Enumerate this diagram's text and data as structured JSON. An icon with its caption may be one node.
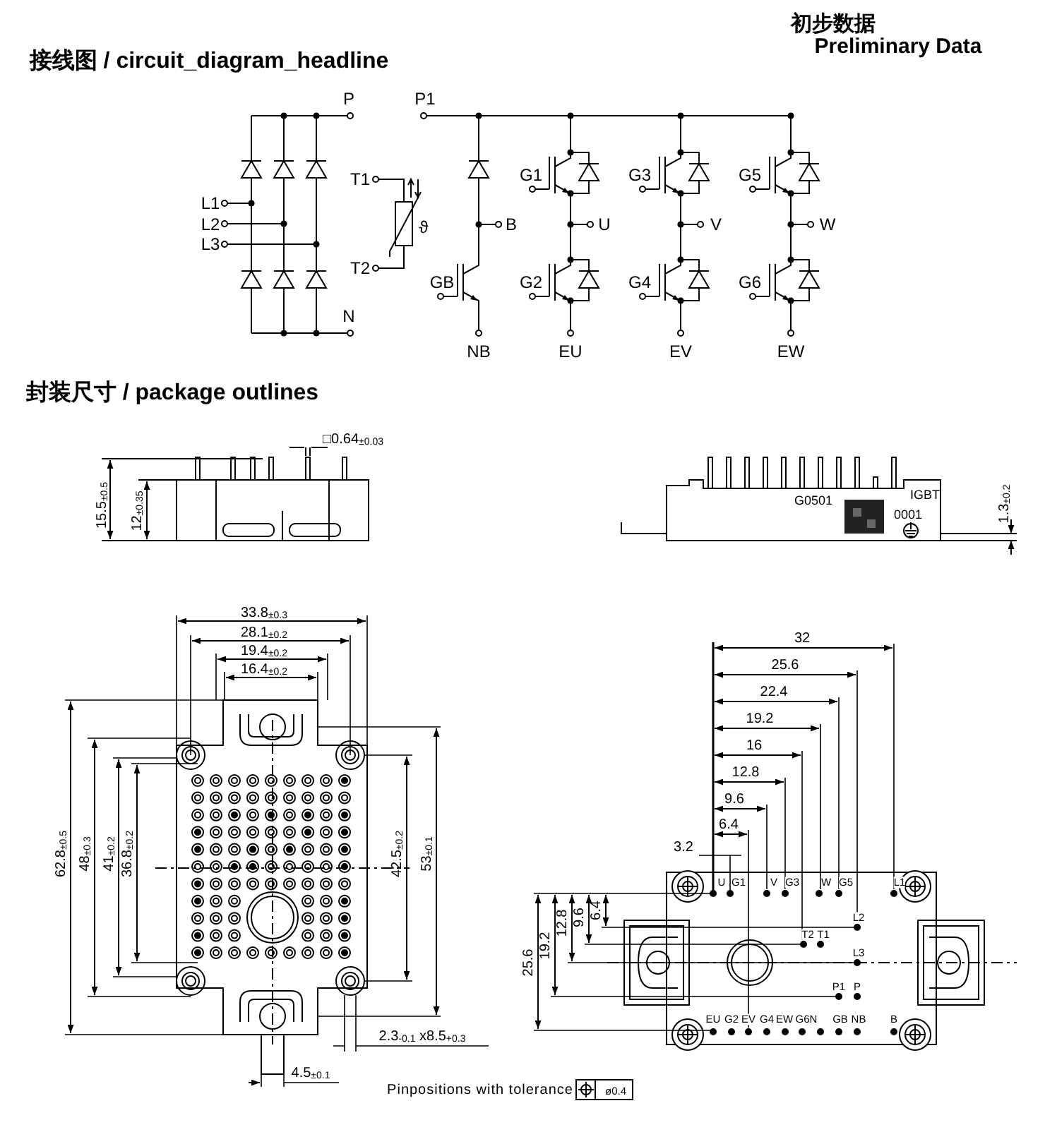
{
  "diagram": {
    "labels": [
      "初步数据",
      "Preliminary Data",
      "接线图 / circuit_diagram_headline",
      "P",
      "P1",
      "L1",
      "L2",
      "L3",
      "T1",
      "T2",
      "ϑ",
      "G1",
      "G3",
      "G5",
      "B",
      "U",
      "V",
      "W",
      "GB",
      "G2",
      "G4",
      "G6",
      "N",
      "NB",
      "EU",
      "EV",
      "EW",
      "封装尺寸 / package outlines",
      "□0.64$_{±0.03}$",
      "15.5$_{±0.5}$",
      "12$_{±0.35}$",
      "G0501",
      "IGBT",
      "0001",
      "1.3$_{±0.2}$",
      "33.8$_{±0.3}$",
      "28.1$_{±0.2}$",
      "19.4$_{±0.2}$",
      "16.4$_{±0.2}$",
      "62.8$_{±0.5}$",
      "48$_{±0.3}$",
      "41$_{±0.2}$",
      "36.8$_{±0.2}$",
      "42.5$_{±0.2}$",
      "53$_{±0.1}$",
      "2.3$_{-0.1}$ x8.5$_{+0.3}$",
      "4.5$_{±0.1}$",
      "32",
      "25.6",
      "22.4",
      "19.2",
      "16",
      "12.8",
      "9.6",
      "6.4",
      "3.2",
      "U",
      "G1",
      "V",
      "G3",
      "W",
      "G5",
      "L1",
      "25.6",
      "19.2",
      "12.8",
      "9.6",
      "6.4",
      "L2",
      "T2",
      "T1",
      "L3",
      "P1",
      "P",
      "EU",
      "G2",
      "EV",
      "G4",
      "EW",
      "G6N",
      "GB",
      "NB",
      "B",
      "Pinpositions with tolerance",
      "ø0.4"
    ]
  }
}
